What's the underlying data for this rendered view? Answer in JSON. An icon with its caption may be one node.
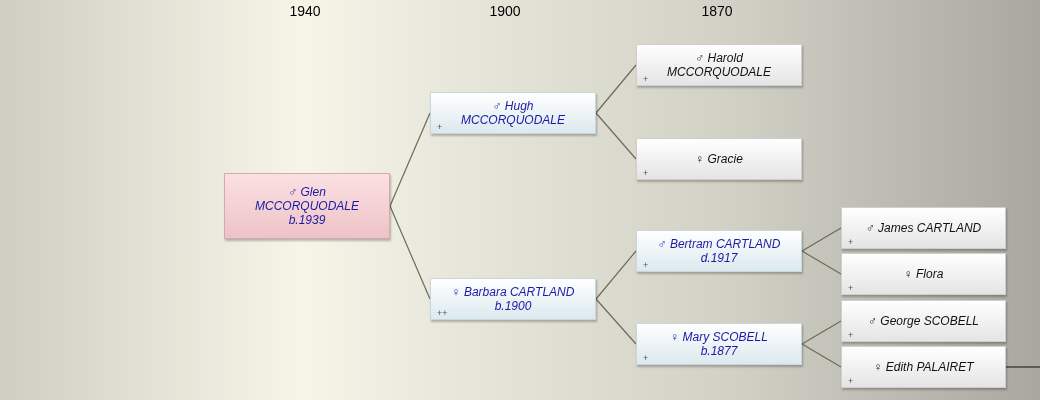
{
  "diagram": {
    "nodes": [
      {
        "text": [
          "♂ Glen MCCORQUODALE",
          "b.1939"
        ]
      },
      {
        "text": [
          "♂ Hugh MCCORQUODALE",
          "+"
        ]
      },
      {
        "text": [
          "♀ Barbara CARTLAND",
          "b.1900",
          "++"
        ]
      },
      {
        "text": [
          "♂ Harold MCCORQUODALE",
          "+"
        ]
      },
      {
        "text": [
          "♀ Gracie",
          "+"
        ]
      },
      {
        "text": [
          "♂ Bertram CARTLAND",
          "d.1917",
          "+"
        ]
      },
      {
        "text": [
          "♀ Mary SCOBELL",
          "b.1877",
          "+"
        ]
      },
      {
        "text": [
          "♂ James CARTLAND",
          "+"
        ]
      },
      {
        "text": [
          "♀ Flora",
          "+"
        ]
      },
      {
        "text": [
          "♂ George SCOBELL",
          "+"
        ]
      },
      {
        "text": [
          "♀ Edith PALAIRET",
          "+"
        ]
      }
    ],
    "edges": [
      {
        "from": 0,
        "to": 1,
        "arrow": "none"
      },
      {
        "from": 0,
        "to": 2,
        "arrow": "none"
      },
      {
        "from": 1,
        "to": 3,
        "arrow": "none"
      },
      {
        "from": 1,
        "to": 4,
        "arrow": "none"
      },
      {
        "from": 2,
        "to": 5,
        "arrow": "none"
      },
      {
        "from": 2,
        "to": 6,
        "arrow": "none"
      },
      {
        "from": 5,
        "to": 7,
        "arrow": "none"
      },
      {
        "from": 5,
        "to": 8,
        "arrow": "none"
      },
      {
        "from": 6,
        "to": 9,
        "arrow": "none"
      },
      {
        "from": 6,
        "to": 10,
        "arrow": "none"
      },
      {
        "from": 10,
        "to": null,
        "arrow": "none",
        "color": "#111111"
      }
    ],
    "labels": [
      "1940",
      "1900",
      "1870"
    ]
  }
}
